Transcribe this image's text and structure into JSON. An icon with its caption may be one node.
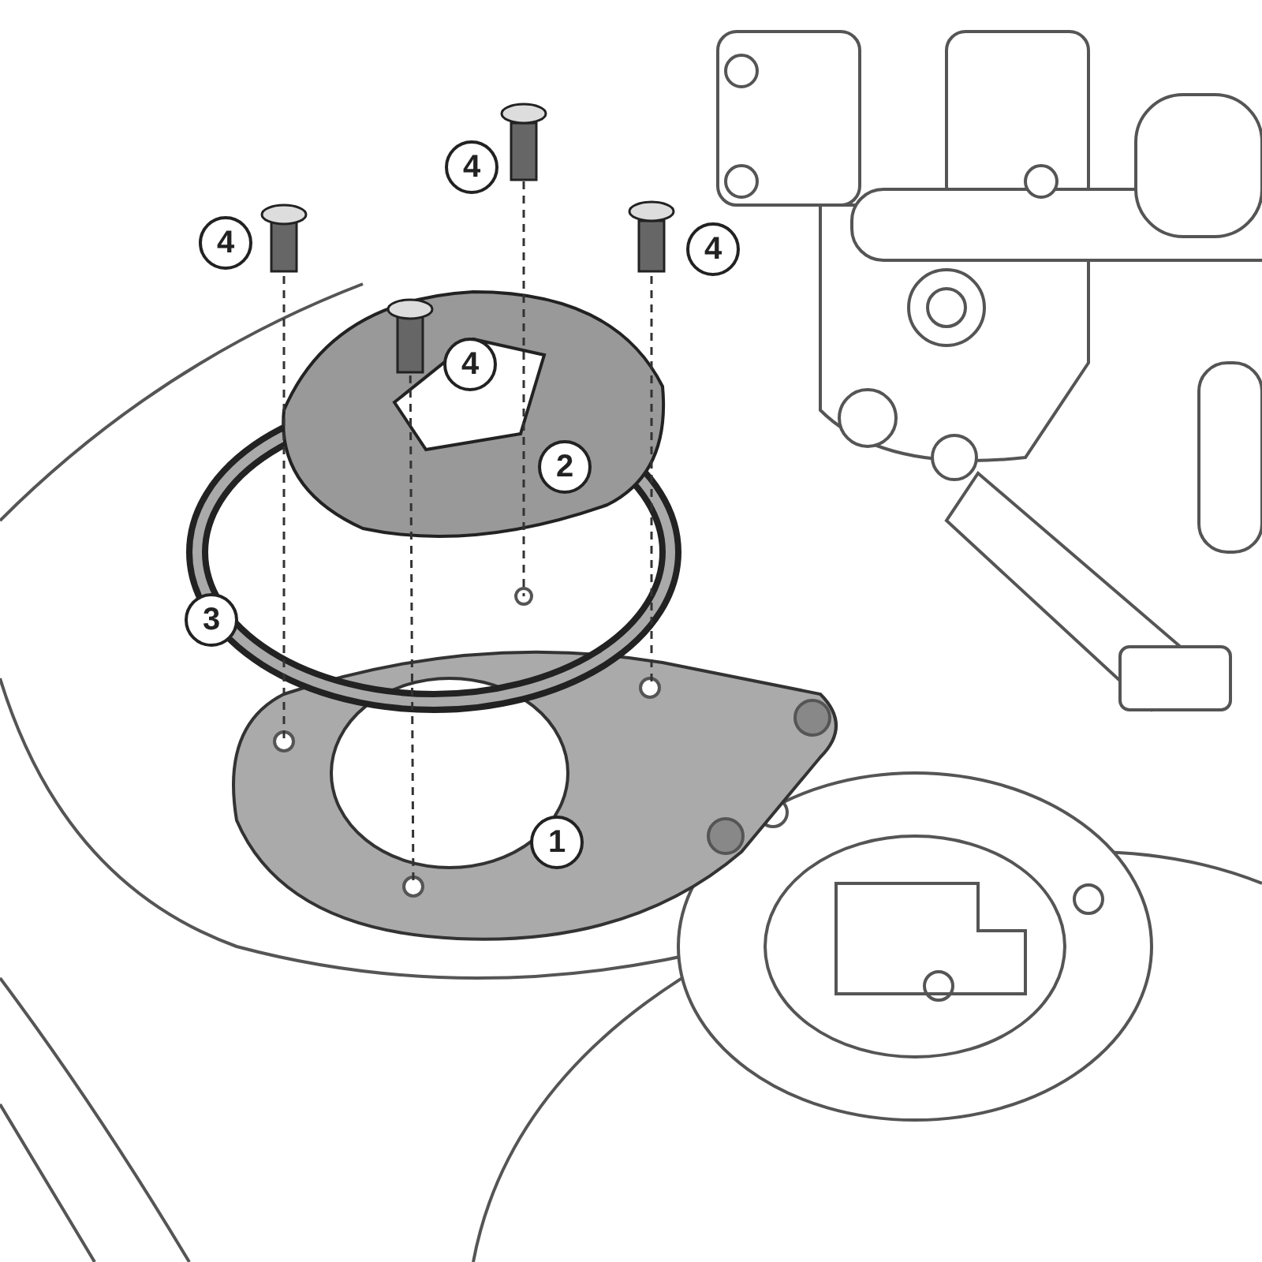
{
  "diagram": {
    "labels": [
      "4",
      "4",
      "4",
      "4",
      "2",
      "3",
      "1"
    ]
  }
}
